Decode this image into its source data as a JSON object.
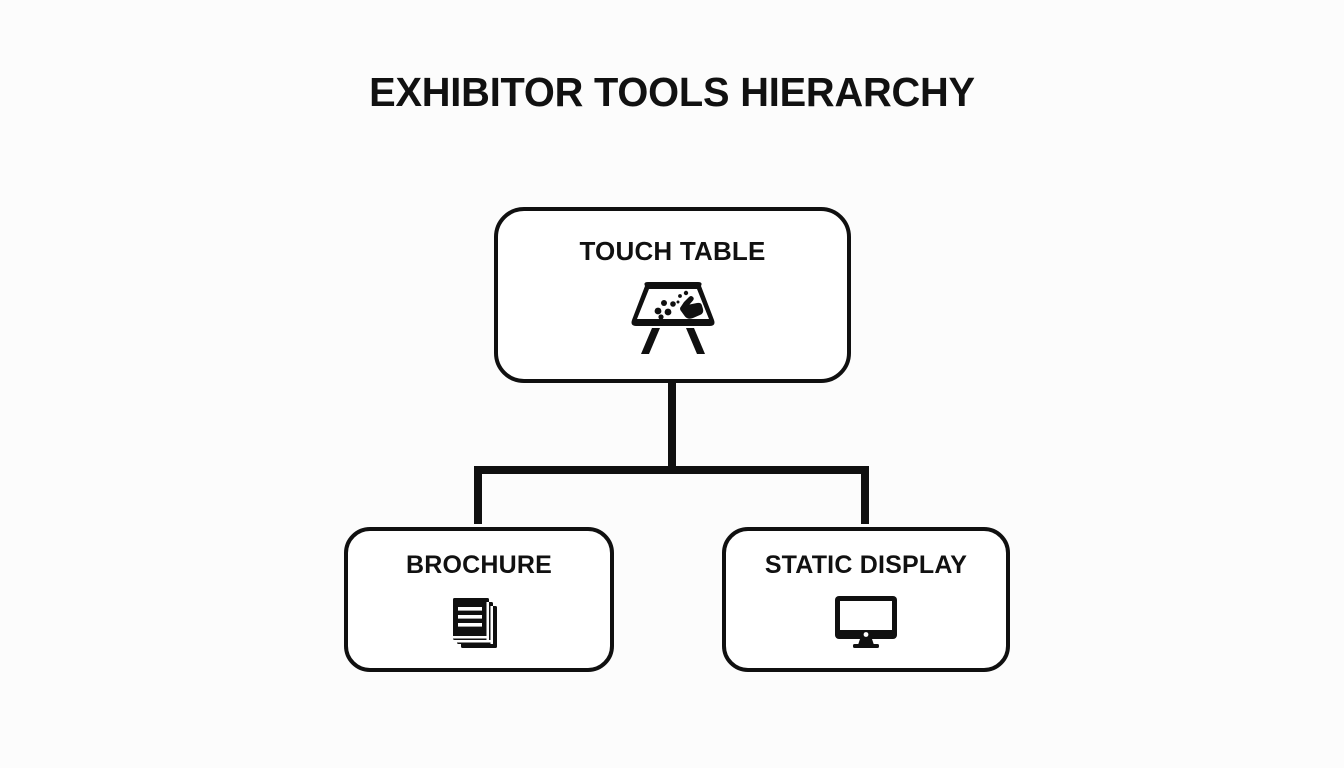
{
  "page": {
    "title": "EXHIBITOR TOOLS HIERARCHY",
    "background_color": "#fcfcfc",
    "stroke_color": "#101010",
    "text_color": "#111111"
  },
  "diagram": {
    "type": "hierarchy-tree",
    "orientation": "top-down",
    "root": {
      "id": "touch-table",
      "label": "TOUCH TABLE",
      "icon": "touch-table-icon"
    },
    "children": [
      {
        "id": "brochure",
        "label": "BROCHURE",
        "icon": "stacked-documents-icon"
      },
      {
        "id": "static-display",
        "label": "STATIC DISPLAY",
        "icon": "desktop-monitor-icon"
      }
    ],
    "connectors": [
      {
        "id": "root-stem",
        "from": "touch-table",
        "to": "branch-bar"
      },
      {
        "id": "branch-bar",
        "from": "branch-bar",
        "to": "both-children"
      },
      {
        "id": "drop-left",
        "from": "branch-bar",
        "to": "brochure"
      },
      {
        "id": "drop-right",
        "from": "branch-bar",
        "to": "static-display"
      }
    ]
  }
}
